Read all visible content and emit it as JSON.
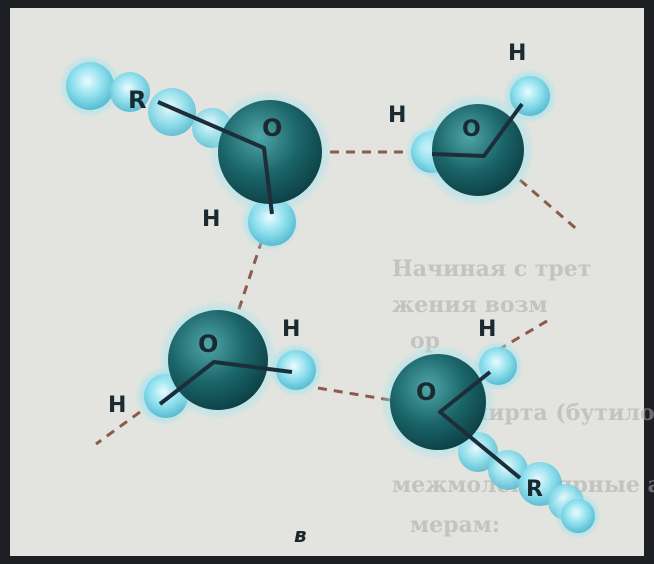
{
  "figure": {
    "caption": "в",
    "atom_labels": {
      "r_top": "R",
      "o_top_left": "O",
      "h_top_left": "H",
      "h_bridge_right": "H",
      "o_top_right": "O",
      "h_top_right": "H",
      "o_bottom_left": "O",
      "h_bottom_left_right": "H",
      "h_bottom_left_left": "H",
      "o_bottom_right": "O",
      "h_bottom_right": "H",
      "r_bottom": "R"
    },
    "background_text": [
      "Начиная с трет",
      "жения возм",
      "ор",
      "ного спирта (бутилов",
      "межмолекулярные ассоци",
      "мерам:"
    ]
  },
  "colors": {
    "page": "#e6e7e3",
    "border": "#2a2d33",
    "atom_dark": "#0f4f53",
    "atom_mid": "#2d8a8f",
    "hydrogen": "#7fd6e6",
    "bond_line": "#1c2e3a",
    "hbond": "#8a5c4a"
  }
}
